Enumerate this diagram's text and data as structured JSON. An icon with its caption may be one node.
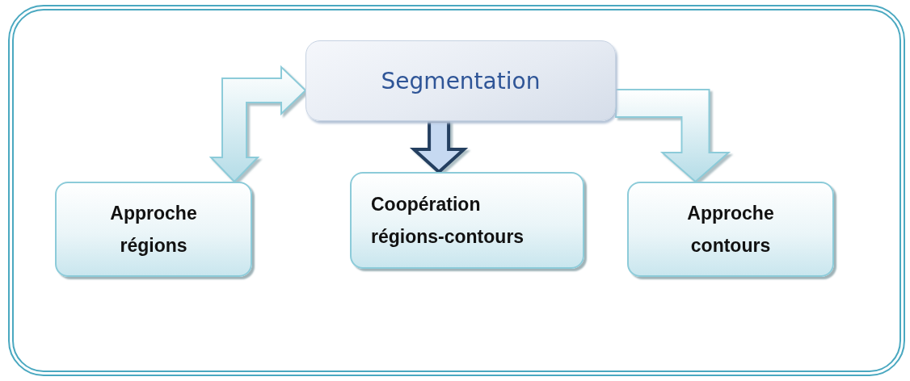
{
  "diagram": {
    "nodes": [
      {
        "text": [
          "Segmentation"
        ]
      },
      {
        "text": [
          "Approche régions"
        ]
      },
      {
        "text": [
          "Coopération régions-contours"
        ]
      },
      {
        "text": [
          "Approche contours"
        ]
      }
    ],
    "edges": [
      {
        "from": 0,
        "to": 1,
        "arrow": "both"
      },
      {
        "from": 0,
        "to": 2,
        "arrow": "to",
        "style": "thick",
        "color": "#243f60"
      },
      {
        "from": 0,
        "to": 3,
        "arrow": "to"
      }
    ]
  }
}
